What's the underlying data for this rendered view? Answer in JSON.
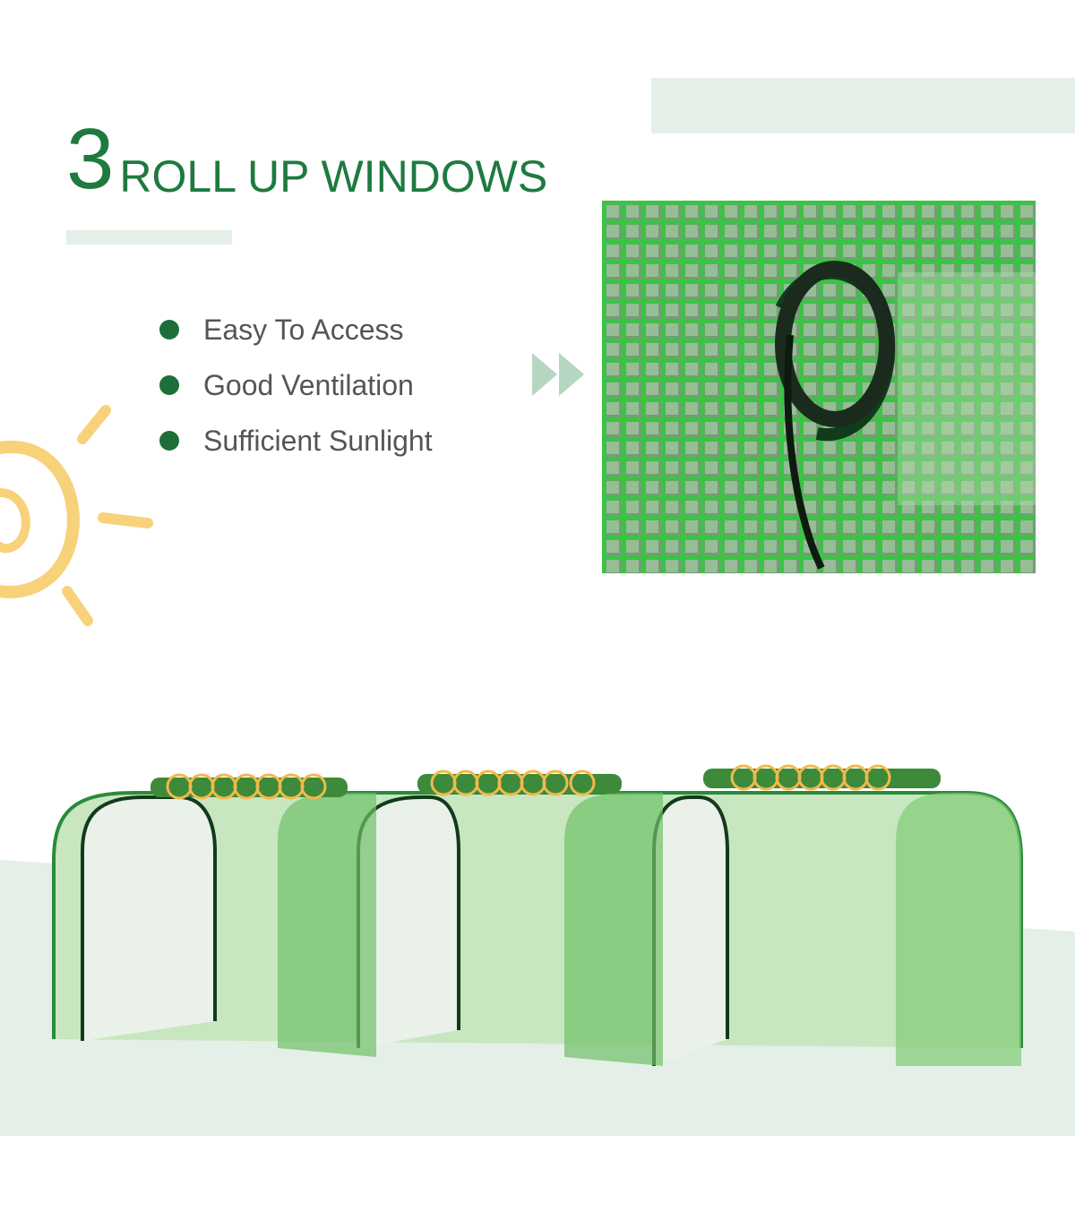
{
  "headline": {
    "number": "3",
    "text": "ROLL UP WINDOWS"
  },
  "features": [
    "Easy To Access",
    "Good Ventilation",
    "Sufficient Sunlight"
  ],
  "colors": {
    "brand_green": "#1e7a3f",
    "accent_light": "#e3efe7",
    "arrow": "#b5d6c0",
    "sun": "#f7d27a"
  }
}
